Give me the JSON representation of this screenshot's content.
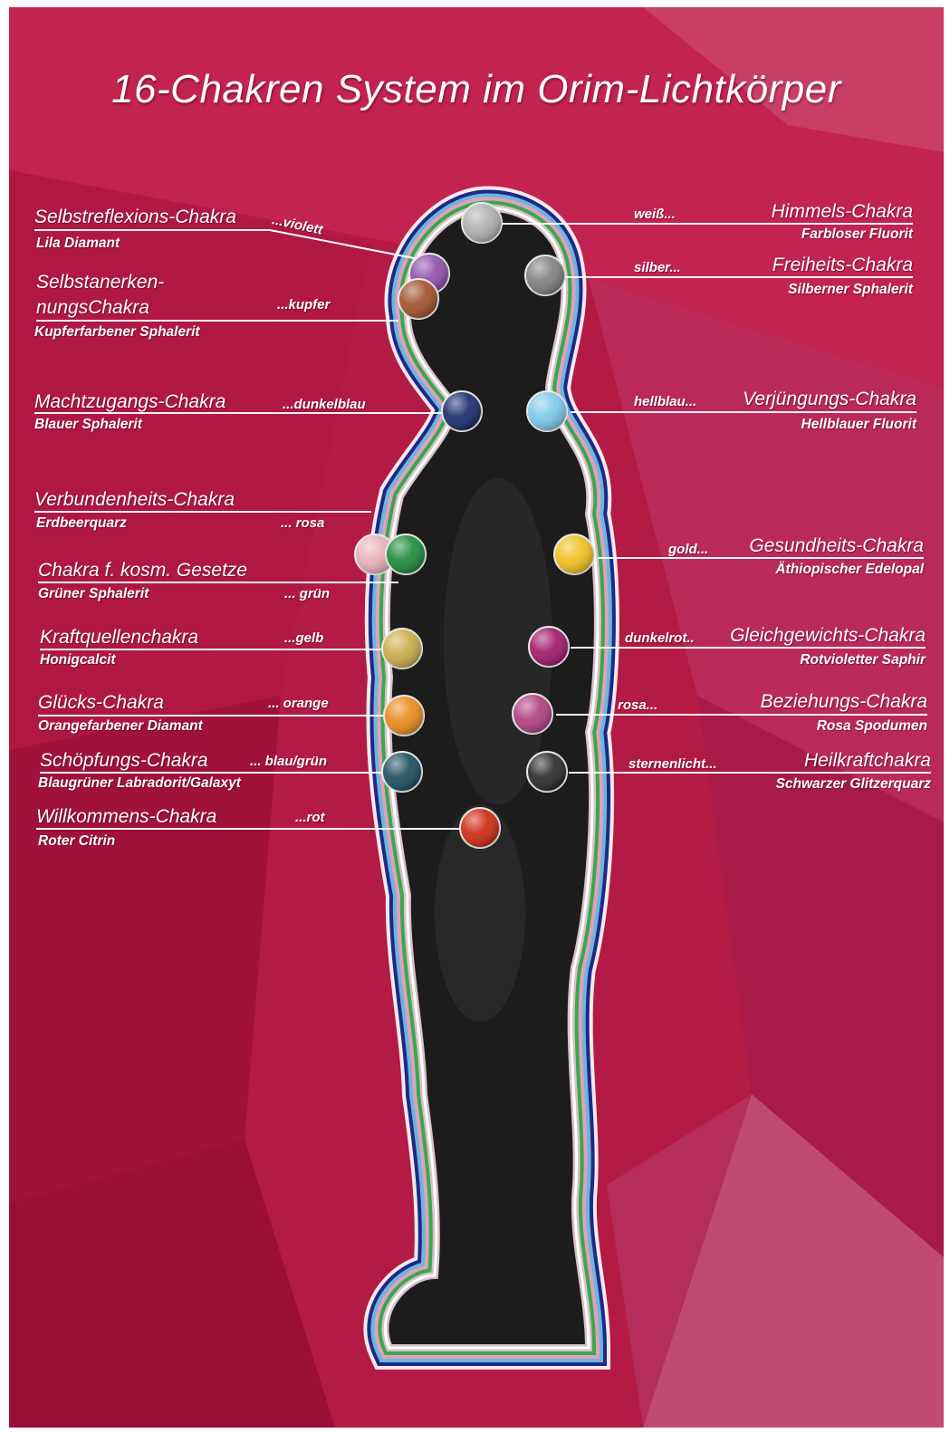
{
  "title": "16-Chakren System im Orim-Lichtkörper",
  "colors": {
    "background": "#b31a44",
    "aura": [
      "#1b2a8a",
      "#6fb5d8",
      "#e0a0c0",
      "#3aa84a",
      "#ffffff"
    ],
    "body": "#1c1c1c"
  },
  "chakras": [
    {
      "id": "selbstreflexion",
      "name": "Selbstreflexions-Chakra",
      "stone": "Lila Diamant",
      "color_word": "...violett",
      "dot": "#8e4fa8"
    },
    {
      "id": "selbstanerkennung",
      "name_line1": "Selbstanerken-",
      "name_line2": "nungsChakra",
      "stone": "Kupferfarbener Sphalerit",
      "color_word": "...kupfer",
      "dot": "#a0522d"
    },
    {
      "id": "machtzugang",
      "name": "Machtzugangs-Chakra",
      "stone": "Blauer Sphalerit",
      "color_word": "...dunkelblau",
      "dot": "#1a2d6b"
    },
    {
      "id": "verbundenheit",
      "name": "Verbundenheits-Chakra",
      "stone": "Erdbeerquarz",
      "color_word": "... rosa",
      "dot": "#e8b0b8"
    },
    {
      "id": "kosm-gesetze",
      "name": "Chakra f. kosm. Gesetze",
      "stone": "Grüner Sphalerit",
      "color_word": "... grün",
      "dot": "#1f8a3a"
    },
    {
      "id": "kraftquellen",
      "name": "Kraftquellenchakra",
      "stone": "Honigcalcit",
      "color_word": "...gelb",
      "dot": "#c9ac4a"
    },
    {
      "id": "gluecks",
      "name": "Glücks-Chakra",
      "stone": "Orangefarbener Diamant",
      "color_word": "... orange",
      "dot": "#e88a1c"
    },
    {
      "id": "schoepfungs",
      "name": "Schöpfungs-Chakra",
      "stone": "Blaugrüner Labradorit/Galaxyt",
      "color_word": "... blau/grün",
      "dot": "#1d4e5e"
    },
    {
      "id": "willkommens",
      "name": "Willkommens-Chakra",
      "stone": "Roter Citrin",
      "color_word": "...rot",
      "dot": "#cc2a10"
    },
    {
      "id": "himmels",
      "name": "Himmels-Chakra",
      "stone": "Farbloser Fluorit",
      "color_word": "weiß...",
      "dot": "#b0b0b0"
    },
    {
      "id": "freiheits",
      "name": "Freiheits-Chakra",
      "stone": "Silberner Sphalerit",
      "color_word": "silber...",
      "dot": "#7f7f7f"
    },
    {
      "id": "verjuengungs",
      "name": "Verjüngungs-Chakra",
      "stone": "Hellblauer Fluorit",
      "color_word": "hellblau...",
      "dot": "#7ec8ec"
    },
    {
      "id": "gesundheits",
      "name": "Gesundheits-Chakra",
      "stone": "Äthiopischer Edelopal",
      "color_word": "gold...",
      "dot": "#f0c020"
    },
    {
      "id": "gleichgewichts",
      "name": "Gleichgewichts-Chakra",
      "color_prefix": "dunkelrot..",
      "stone": "Rotvioletter Saphir",
      "dot": "#a0186a"
    },
    {
      "id": "beziehungs",
      "name": "Beziehungs-Chakra",
      "stone": "Rosa Spodumen",
      "color_word": "rosa...",
      "dot": "#b04080"
    },
    {
      "id": "heilkraft",
      "name": "Heilkraftchakra",
      "stone": "Schwarzer Glitzerquarz",
      "color_word": "sternenlicht...",
      "dot": "#2a2a2a"
    }
  ]
}
